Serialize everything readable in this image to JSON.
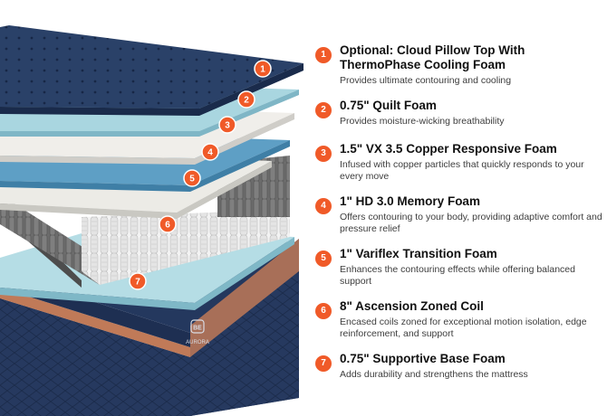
{
  "brand": {
    "logo_text": "AURORA",
    "logo_mark": "BE"
  },
  "colors": {
    "accent": "#f05a28",
    "navy": "#24385e",
    "blue_foam": "#5e9fc5",
    "cooling_foam": "#a9d6e0",
    "copper": "#c07a58",
    "white_foam": "#ecebe6"
  },
  "layers": [
    {
      "number": "1",
      "title": "Optional: Cloud Pillow Top With ThermoPhase Cooling Foam",
      "description": "Provides ultimate contouring and cooling"
    },
    {
      "number": "2",
      "title": "0.75\" Quilt Foam",
      "description": "Provides moisture-wicking breathability"
    },
    {
      "number": "3",
      "title": "1.5\" VX 3.5 Copper Responsive Foam",
      "description": "Infused with copper particles that quickly responds to your every move"
    },
    {
      "number": "4",
      "title": "1\" HD 3.0 Memory Foam",
      "description": "Offers contouring to your body, providing adaptive comfort and pressure relief"
    },
    {
      "number": "5",
      "title": "1\" Variflex Transition Foam",
      "description": "Enhances the contouring effects while offering balanced support"
    },
    {
      "number": "6",
      "title": "8\" Ascension Zoned Coil",
      "description": "Encased coils zoned for exceptional motion isolation, edge reinforcement, and support"
    },
    {
      "number": "7",
      "title": "0.75\" Supportive Base Foam",
      "description": "Adds durability and strengthens the mattress"
    }
  ]
}
